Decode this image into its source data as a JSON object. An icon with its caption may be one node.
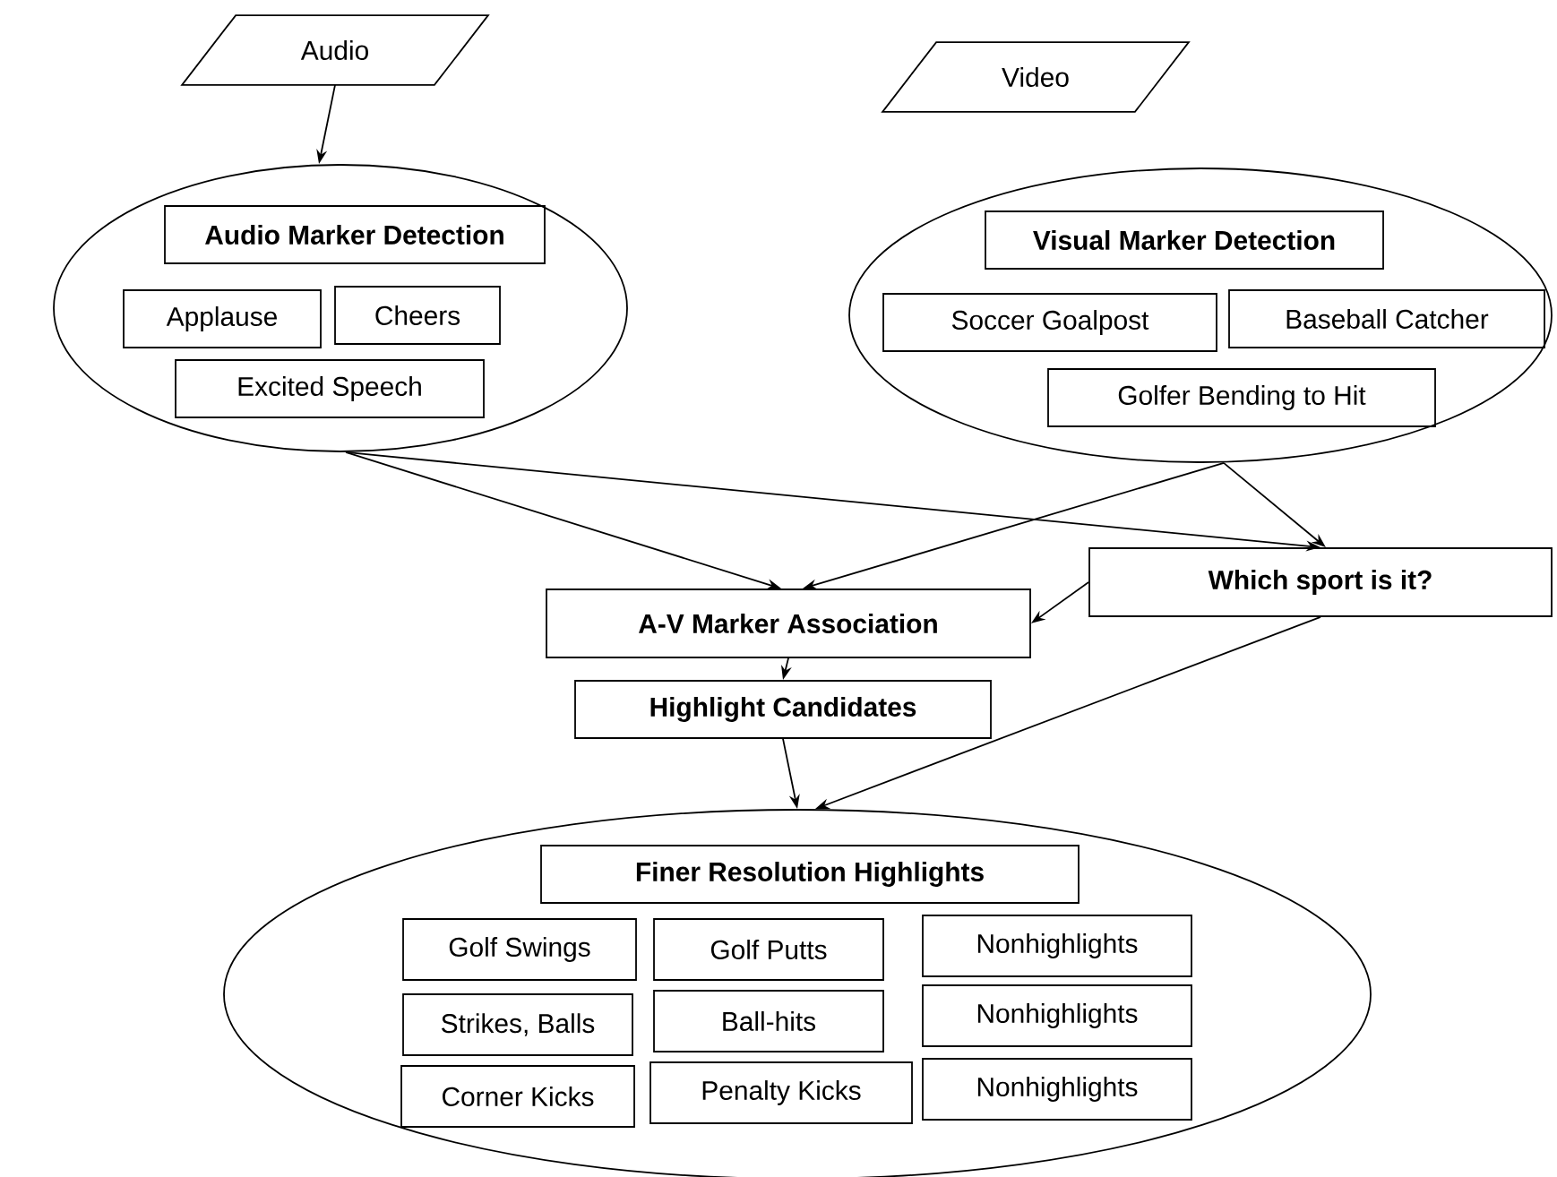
{
  "diagram": {
    "nodes": [
      {
        "text": [
          "Audio"
        ]
      },
      {
        "text": [
          "Video"
        ]
      },
      {
        "text": [],
        "shape": "ellipse"
      },
      {
        "text": [
          "Audio Marker Detection"
        ],
        "in": 2
      },
      {
        "text": [
          "Applause"
        ],
        "in": 2
      },
      {
        "text": [
          "Cheers"
        ],
        "in": 2
      },
      {
        "text": [
          "Excited Speech"
        ],
        "in": 2
      },
      {
        "text": [],
        "shape": "ellipse"
      },
      {
        "text": [
          "Visual Marker Detection"
        ],
        "in": 7
      },
      {
        "text": [
          "Soccer Goalpost"
        ],
        "in": 7
      },
      {
        "text": [
          "Baseball Catcher"
        ],
        "in": 7
      },
      {
        "text": [
          "Golfer Bending to Hit"
        ],
        "in": 7
      },
      {
        "text": [
          "Which sport is it?"
        ]
      },
      {
        "text": [
          "A-V Marker Association"
        ]
      },
      {
        "text": [
          "Highlight Candidates"
        ]
      },
      {
        "text": [],
        "shape": "ellipse"
      },
      {
        "text": [
          "Finer Resolution Highlights"
        ],
        "in": 15
      },
      {
        "text": [
          "Golf Swings"
        ],
        "in": 15
      },
      {
        "text": [
          "Golf Putts"
        ],
        "in": 15
      },
      {
        "text": [
          "Nonhighlights"
        ],
        "in": 15
      },
      {
        "text": [
          "Strikes, Balls"
        ],
        "in": 15
      },
      {
        "text": [
          "Ball-hits"
        ],
        "in": 15
      },
      {
        "text": [
          "Nonhighlights"
        ],
        "in": 15
      },
      {
        "text": [
          "Corner Kicks"
        ],
        "in": 15
      },
      {
        "text": [
          "Penalty Kicks"
        ],
        "in": 15
      },
      {
        "text": [
          "Nonhighlights"
        ],
        "in": 15
      }
    ],
    "edges": [
      {
        "from": 0,
        "to": 2,
        "arrow": "to"
      },
      {
        "from": 2,
        "to": 13,
        "arrow": "to"
      },
      {
        "from": 2,
        "to": 12,
        "arrow": "to"
      },
      {
        "from": 7,
        "to": 13,
        "arrow": "to"
      },
      {
        "from": 7,
        "to": 12,
        "arrow": "to"
      },
      {
        "from": 12,
        "to": 13,
        "arrow": "to"
      },
      {
        "from": 13,
        "to": 14,
        "arrow": "to"
      },
      {
        "from": 14,
        "to": 15,
        "arrow": "to"
      },
      {
        "from": 12,
        "to": 15,
        "arrow": "to"
      }
    ]
  }
}
